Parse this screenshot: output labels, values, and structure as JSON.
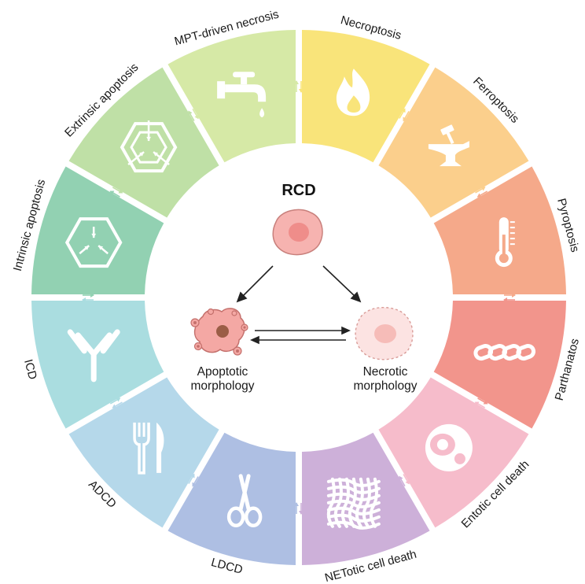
{
  "center": {
    "title": "RCD",
    "left_label": [
      "Apoptotic",
      "morphology"
    ],
    "right_label": [
      "Necrotic",
      "morphology"
    ]
  },
  "segments": [
    {
      "label": "Necroptosis",
      "color": "#f9e47a",
      "icon": "flame-icon"
    },
    {
      "label": "Ferroptosis",
      "color": "#fbcf8c",
      "icon": "anvil-hammer-icon"
    },
    {
      "label": "Pyroptosis",
      "color": "#f5a98a",
      "icon": "thermometer-icon"
    },
    {
      "label": "Parthanatos",
      "color": "#f2958c",
      "icon": "chain-icon"
    },
    {
      "label": "Entotic cell death",
      "color": "#f6bccb",
      "icon": "cell-in-cell-icon"
    },
    {
      "label": "NETotic cell death",
      "color": "#cdb0d9",
      "icon": "net-mesh-icon"
    },
    {
      "label": "LDCD",
      "color": "#aebfe3",
      "icon": "scissors-icon"
    },
    {
      "label": "ADCD",
      "color": "#b5d8ea",
      "icon": "fork-knife-icon"
    },
    {
      "label": "ICD",
      "color": "#aadde0",
      "icon": "antibody-icon"
    },
    {
      "label": "Intrinsic apoptosis",
      "color": "#92d1b2",
      "icon": "hexagon-inward-arrows-icon"
    },
    {
      "label": "Extrinsic apoptosis",
      "color": "#bfe0a6",
      "icon": "hexagon-outer-arrows-icon"
    },
    {
      "label": "MPT-driven necrosis",
      "color": "#d6e9a6",
      "icon": "faucet-icon"
    }
  ]
}
